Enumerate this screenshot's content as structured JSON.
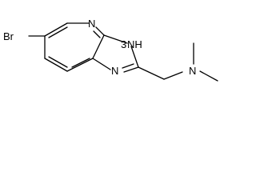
{
  "molecule": {
    "atoms": {
      "bromine": "Br",
      "pyridine_nitrogen": "N",
      "imidazole_nh": "NH",
      "imidazole_nh_number": "3",
      "imidazole_n": "N",
      "amine_nitrogen": "N"
    }
  },
  "colors": {
    "bond": "#000000",
    "text": "#000000",
    "background": "#ffffff"
  }
}
